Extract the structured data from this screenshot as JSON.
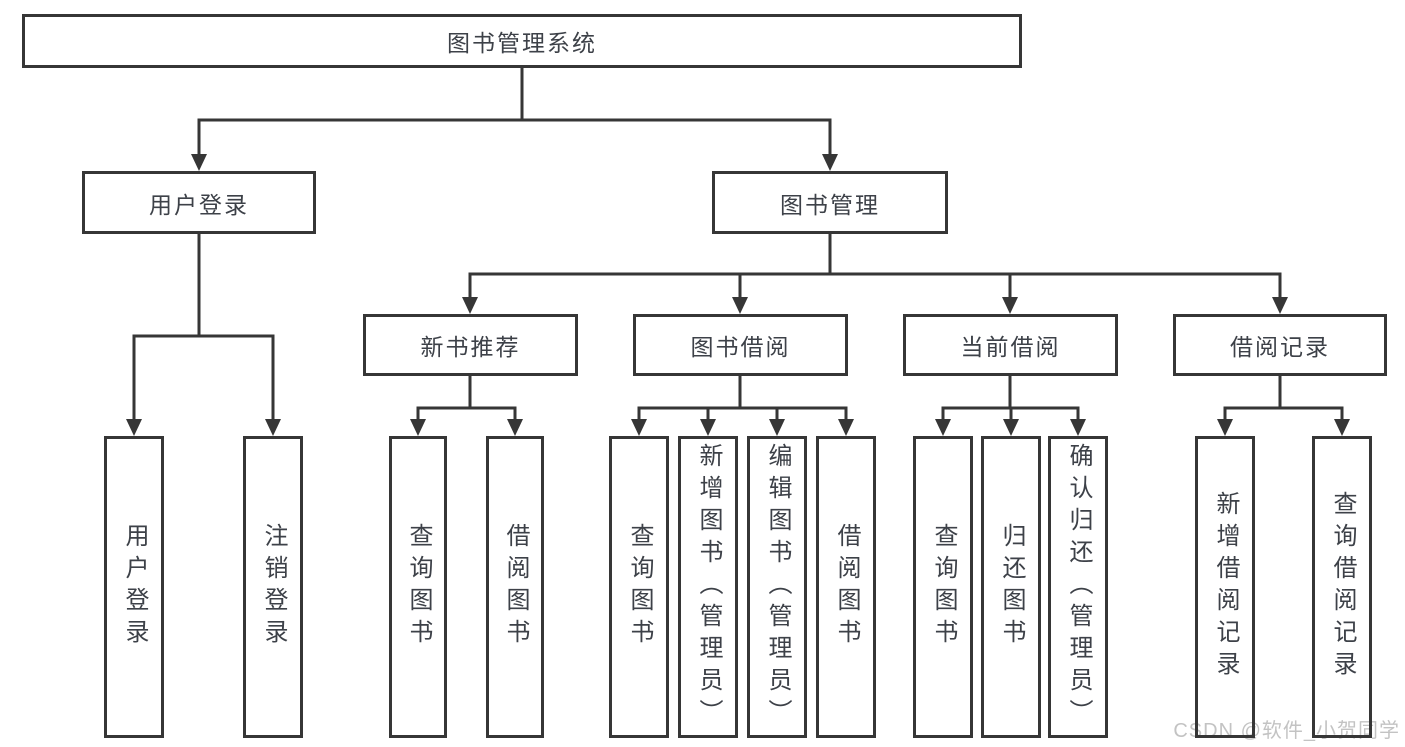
{
  "diagram": {
    "title": "图书管理系统",
    "root": {
      "label": "图书管理系统"
    },
    "branches": [
      {
        "label": "用户登录",
        "children": [
          {
            "label": "用户登录"
          },
          {
            "label": "注销登录"
          }
        ]
      },
      {
        "label": "图书管理",
        "children": [
          {
            "label": "新书推荐",
            "children": [
              {
                "label": "查询图书"
              },
              {
                "label": "借阅图书"
              }
            ]
          },
          {
            "label": "图书借阅",
            "children": [
              {
                "label": "查询图书"
              },
              {
                "label": "新增图书（管理员）"
              },
              {
                "label": "编辑图书（管理员）"
              },
              {
                "label": "借阅图书"
              }
            ]
          },
          {
            "label": "当前借阅",
            "children": [
              {
                "label": "查询图书"
              },
              {
                "label": "归还图书"
              },
              {
                "label": "确认归还（管理员）"
              }
            ]
          },
          {
            "label": "借阅记录",
            "children": [
              {
                "label": "新增借阅记录"
              },
              {
                "label": "查询借阅记录"
              }
            ]
          }
        ]
      }
    ]
  },
  "watermark": {
    "text": "CSDN @软件_小贺同学"
  },
  "colors": {
    "line": "#363636",
    "text": "#3d4148",
    "background": "#ffffff",
    "watermark": "#c3c3c3"
  }
}
